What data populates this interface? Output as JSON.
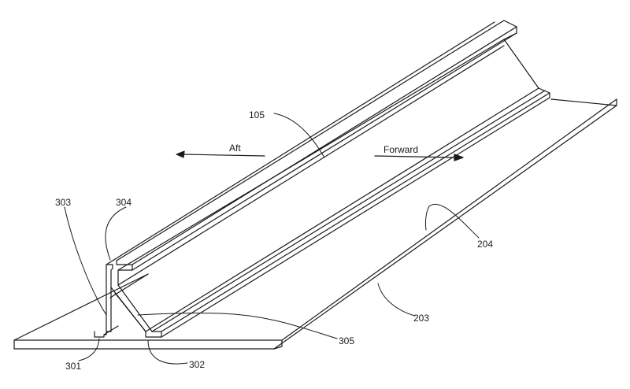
{
  "labels": {
    "ref_105": "105",
    "aft": "Aft",
    "forward": "Forward",
    "ref_303": "303",
    "ref_304": "304",
    "ref_204": "204",
    "ref_203": "203",
    "ref_305": "305",
    "ref_301": "301",
    "ref_302": "302"
  },
  "colors": {
    "ink": "#1a1a1a",
    "paper": "#ffffff"
  }
}
